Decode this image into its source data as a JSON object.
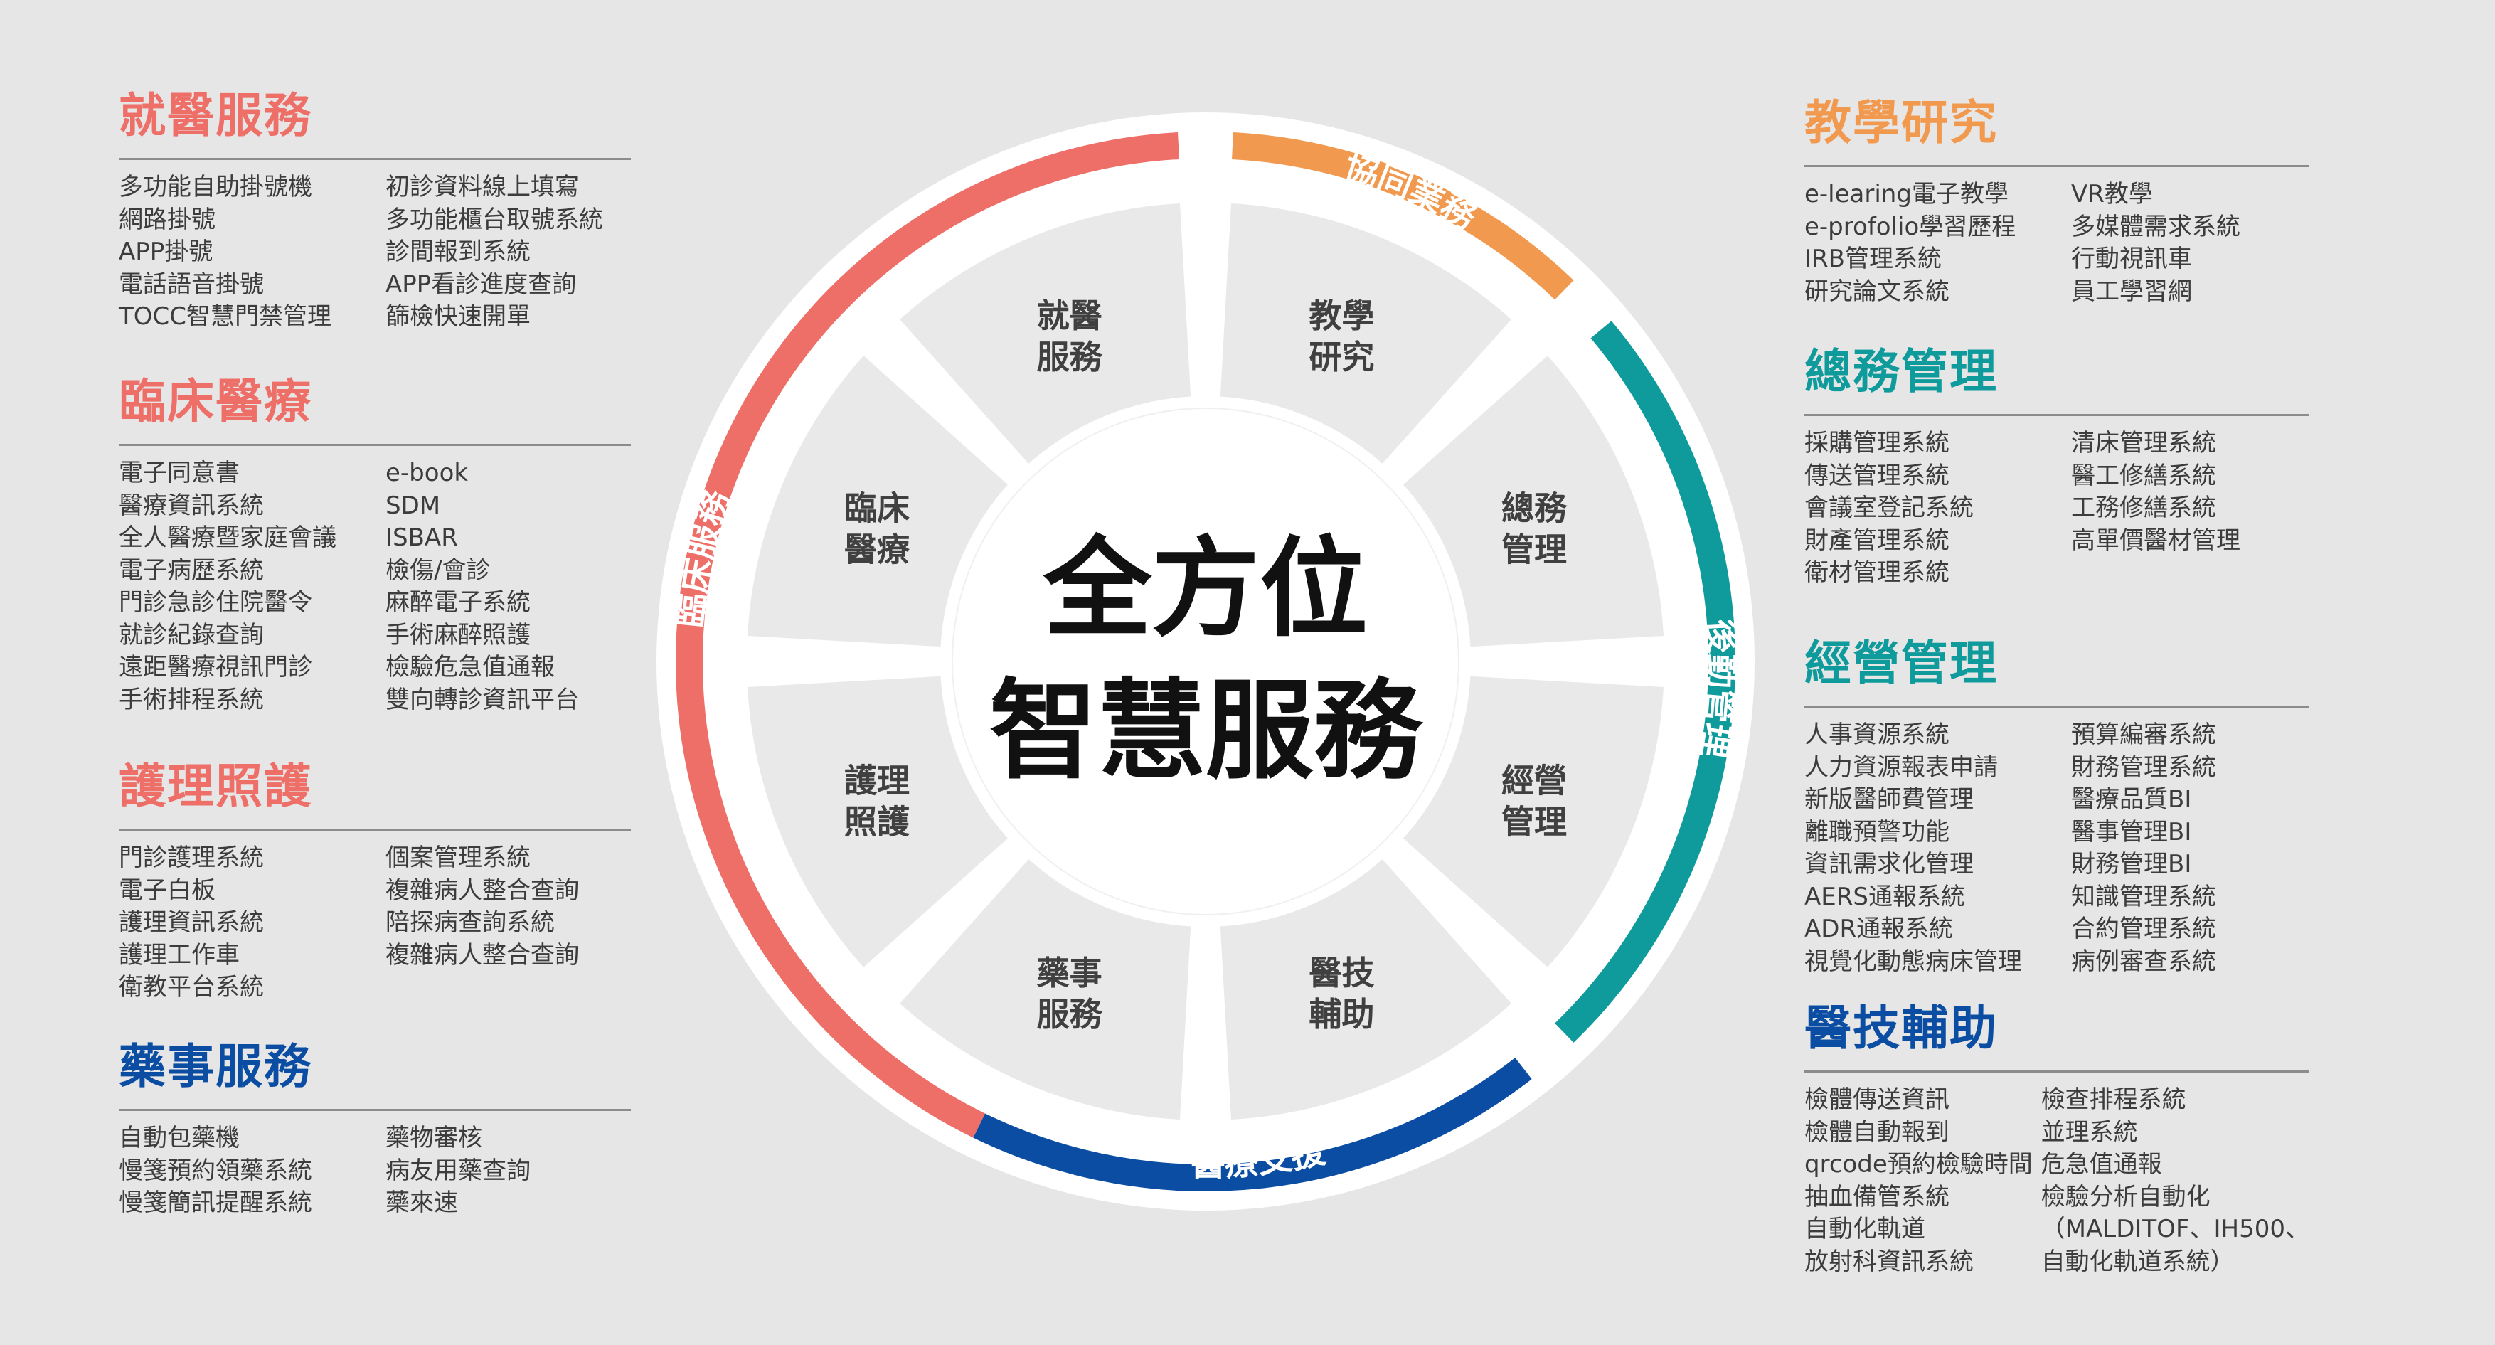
{
  "colors": {
    "red": "#EE6E68",
    "orange": "#F19A4F",
    "teal": "#0F9A9B",
    "blue": "#0A4DA2",
    "center_text": "#111111",
    "segment_text": "#404040",
    "list_text": "#3c3c3c"
  },
  "center": {
    "line1": "全方位",
    "line2": "智慧服務"
  },
  "segments": [
    {
      "line1": "就醫",
      "line2": "服務"
    },
    {
      "line1": "教學",
      "line2": "研究"
    },
    {
      "line1": "總務",
      "line2": "管理"
    },
    {
      "line1": "經營",
      "line2": "管理"
    },
    {
      "line1": "醫技",
      "line2": "輔助"
    },
    {
      "line1": "藥事",
      "line2": "服務"
    },
    {
      "line1": "護理",
      "line2": "照護"
    },
    {
      "line1": "臨床",
      "line2": "醫療"
    }
  ],
  "arcs": [
    {
      "label": "臨床服務",
      "color": "#EE6E68"
    },
    {
      "label": "協同業務",
      "color": "#F19A4F"
    },
    {
      "label": "後勤管理",
      "color": "#0F9A9B"
    },
    {
      "label": "醫療支援",
      "color": "#0A4DA2"
    }
  ],
  "left_panels": [
    {
      "title": "就醫服務",
      "color": "#EE6E68",
      "col1": [
        "多功能自助掛號機",
        "網路掛號",
        "APP掛號",
        "電話語音掛號",
        "TOCC智慧門禁管理"
      ],
      "col2": [
        "初診資料線上填寫",
        "多功能櫃台取號系統",
        "診間報到系統",
        "APP看診進度查詢",
        "篩檢快速開單"
      ]
    },
    {
      "title": "臨床醫療",
      "color": "#EE6E68",
      "col1": [
        "電子同意書",
        "醫療資訊系統",
        "全人醫療暨家庭會議",
        "電子病歷系統",
        "門診急診住院醫令",
        "就診紀錄查詢",
        "遠距醫療視訊門診",
        "手術排程系統"
      ],
      "col2": [
        "e-book",
        "SDM",
        "ISBAR",
        "檢傷/會診",
        "麻醉電子系統",
        "手術麻醉照護",
        "檢驗危急值通報",
        "雙向轉診資訊平台"
      ]
    },
    {
      "title": "護理照護",
      "color": "#EE6E68",
      "col1": [
        "門診護理系統",
        "電子白板",
        "護理資訊系統",
        "護理工作車",
        "衛教平台系統"
      ],
      "col2": [
        "個案管理系統",
        "複雜病人整合查詢",
        "陪探病查詢系統",
        "複雜病人整合查詢"
      ]
    },
    {
      "title": "藥事服務",
      "color": "#0A4DA2",
      "col1": [
        "自動包藥機",
        "慢箋預約領藥系統",
        "慢箋簡訊提醒系統"
      ],
      "col2": [
        "藥物審核",
        "病友用藥查詢",
        "藥來速"
      ]
    }
  ],
  "right_panels": [
    {
      "title": "教學研究",
      "color": "#F19A4F",
      "col1": [
        "e-learing電子教學",
        "e-profolio學習歷程",
        "IRB管理系統",
        "研究論文系統"
      ],
      "col2": [
        "VR教學",
        "多媒體需求系統",
        "行動視訊車",
        "員工學習網"
      ]
    },
    {
      "title": "總務管理",
      "color": "#0F9A9B",
      "col1": [
        "採購管理系統",
        "傳送管理系統",
        "會議室登記系統",
        "財產管理系統",
        "衛材管理系統"
      ],
      "col2": [
        "清床管理系統",
        "醫工修繕系統",
        "工務修繕系統",
        "高單價醫材管理"
      ]
    },
    {
      "title": "經營管理",
      "color": "#0F9A9B",
      "col1": [
        "人事資源系統",
        "人力資源報表申請",
        "新版醫師費管理",
        "離職預警功能",
        "資訊需求化管理",
        "AERS通報系統",
        "ADR通報系統",
        "視覺化動態病床管理"
      ],
      "col2": [
        "預算編審系統",
        "財務管理系統",
        "醫療品質BI",
        "醫事管理BI",
        "財務管理BI",
        "知識管理系統",
        "合約管理系統",
        "病例審查系統"
      ]
    },
    {
      "title": "醫技輔助",
      "color": "#0A4DA2",
      "col1": [
        "檢體傳送資訊",
        "檢體自動報到",
        "qrcode預約檢驗時間",
        "抽血備管系統",
        "自動化軌道",
        "放射科資訊系統"
      ],
      "col2": [
        "檢查排程系統",
        "並理系統",
        "危急值通報",
        "檢驗分析自動化",
        "（MALDITOF、IH500、",
        "自動化軌道系統）"
      ]
    }
  ]
}
